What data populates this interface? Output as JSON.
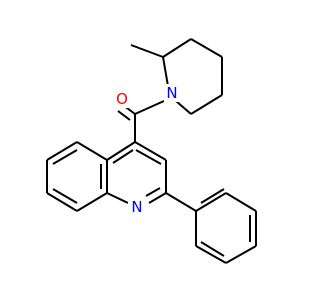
{
  "molecule": {
    "atoms": {
      "oxygen": {
        "label": "O",
        "color": "#ff0000"
      },
      "piperidine_nitrogen": {
        "label": "N",
        "color": "#0000ff"
      },
      "quinoline_nitrogen": {
        "label": "N",
        "color": "#0000ff"
      }
    },
    "bond_color": "#000000",
    "background": "#ffffff"
  }
}
